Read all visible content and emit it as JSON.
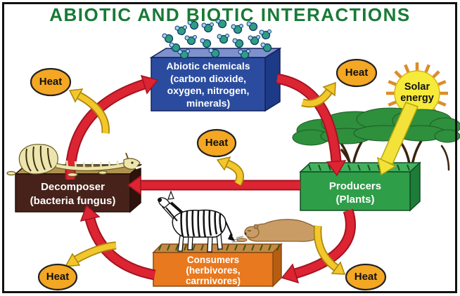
{
  "title": "ABIOTIC AND BIOTIC INTERACTIONS",
  "boxes": {
    "abiotic": {
      "lines": [
        "Abiotic chemicals",
        "(carbon dioxide,",
        "oxygen, nitrogen,",
        "minerals)"
      ],
      "fill": "#2b4c9e"
    },
    "producers": {
      "lines": [
        "Producers",
        "(Plants)"
      ],
      "fill": "#2f9e48"
    },
    "consumers": {
      "lines": [
        "Consumers",
        "(herbivores,",
        "carrnivores)"
      ],
      "fill": "#e8791f"
    },
    "decomposer": {
      "lines": [
        "Decomposer",
        "(bacteria fungus)"
      ],
      "fill": "#46221a"
    }
  },
  "heat": {
    "label": "Heat",
    "fill": "#f4a723",
    "instances": [
      "top-left",
      "top-right",
      "center",
      "bottom-left",
      "bottom-right"
    ]
  },
  "sun": {
    "lines": [
      "Solar",
      "energy"
    ],
    "fill": "#f6ea3a"
  },
  "colors": {
    "title_green": "#187a36",
    "arrow_red": "#dc2433",
    "arrow_yellow": "#f3c72b",
    "background": "#ffffff",
    "frame": "#111111"
  }
}
